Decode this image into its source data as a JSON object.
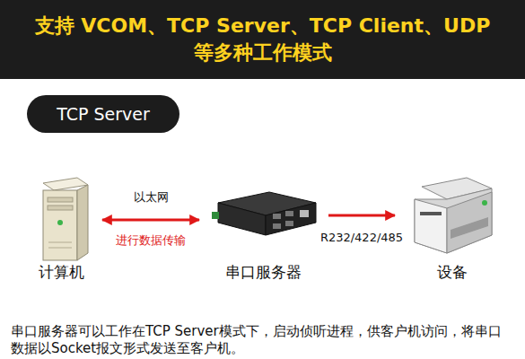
{
  "diagram": {
    "title": "支持 VCOM、TCP Server、TCP Client、UDP 等多种工作模式",
    "caption": "串口服务器可以工作在TCP Server模式下，启动侦听进程，供客户机访问，将串口数据以Socket报文形式发送至客户机。",
    "nodes": [
      {
        "text": [
          "TCP Server"
        ]
      },
      {
        "text": [
          "计算机"
        ]
      },
      {
        "text": [
          "串口服务器"
        ]
      },
      {
        "text": [
          "设备"
        ]
      }
    ],
    "edges": [
      {
        "from": 1,
        "to": 2,
        "label": "以太网",
        "arrow": "both"
      },
      {
        "from": 2,
        "to": 3,
        "label": "R232/422/485",
        "arrow": "to"
      }
    ],
    "labels": [
      "进行数据传输"
    ]
  }
}
